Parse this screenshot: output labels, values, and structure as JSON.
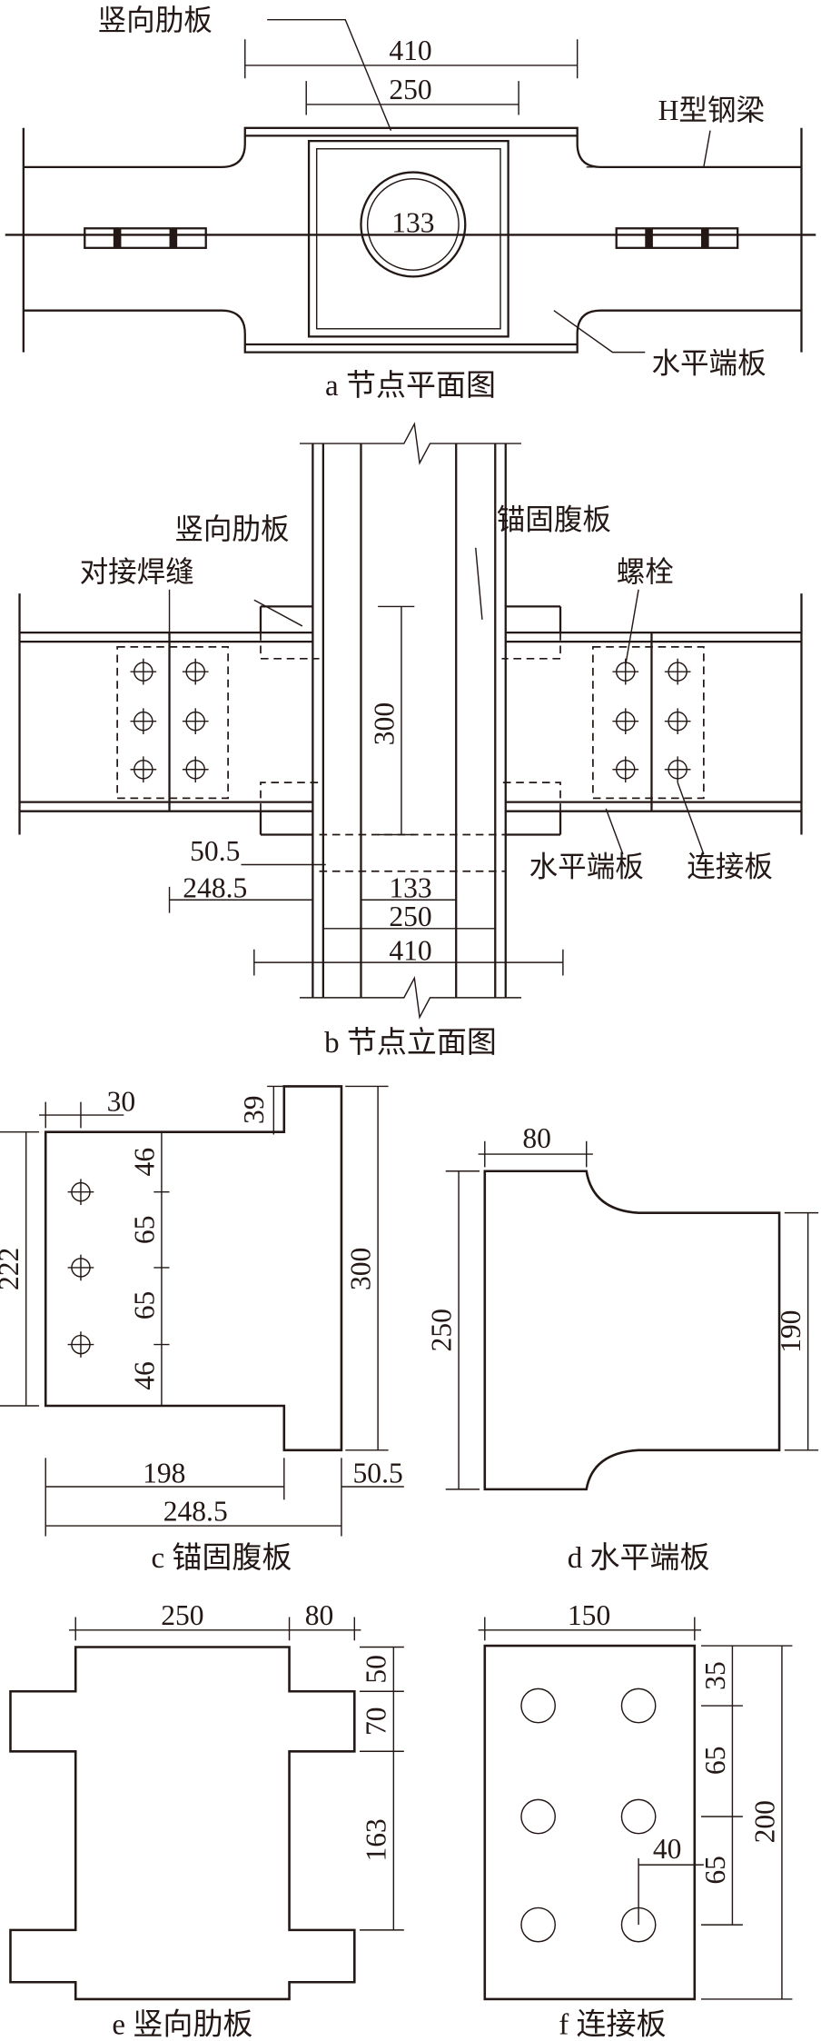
{
  "panel_a": {
    "caption": "a 节点平面图",
    "labels": {
      "rib": "竖向肋板",
      "beam": "H型钢梁",
      "end_plate": "水平端板"
    },
    "dims": {
      "d410": "410",
      "d250": "250",
      "d133": "133"
    }
  },
  "panel_b": {
    "caption": "b 节点立面图",
    "labels": {
      "rib": "竖向肋板",
      "weld": "对接焊缝",
      "web": "锚固腹板",
      "bolt": "螺栓",
      "end_plate": "水平端板",
      "conn": "连接板"
    },
    "dims": {
      "d300": "300",
      "d50_5": "50.5",
      "d248_5": "248.5",
      "d133": "133",
      "d250": "250",
      "d410": "410"
    }
  },
  "panel_c": {
    "caption": "c 锚固腹板",
    "dims": {
      "d30": "30",
      "d39": "39",
      "d46a": "46",
      "d65a": "65",
      "d65b": "65",
      "d46b": "46",
      "d222": "222",
      "d300": "300",
      "d198": "198",
      "d50_5": "50.5",
      "d248_5": "248.5"
    }
  },
  "panel_d": {
    "caption": "d 水平端板",
    "dims": {
      "d80": "80",
      "d250": "250",
      "d190": "190"
    }
  },
  "panel_e": {
    "caption": "e 竖向肋板",
    "dims": {
      "d250": "250",
      "d80": "80",
      "d50": "50",
      "d70": "70",
      "d163": "163"
    }
  },
  "panel_f": {
    "caption": "f 连接板",
    "dims": {
      "d150": "150",
      "d35": "35",
      "d65a": "65",
      "d65b": "65",
      "d200": "200",
      "d40": "40"
    }
  }
}
